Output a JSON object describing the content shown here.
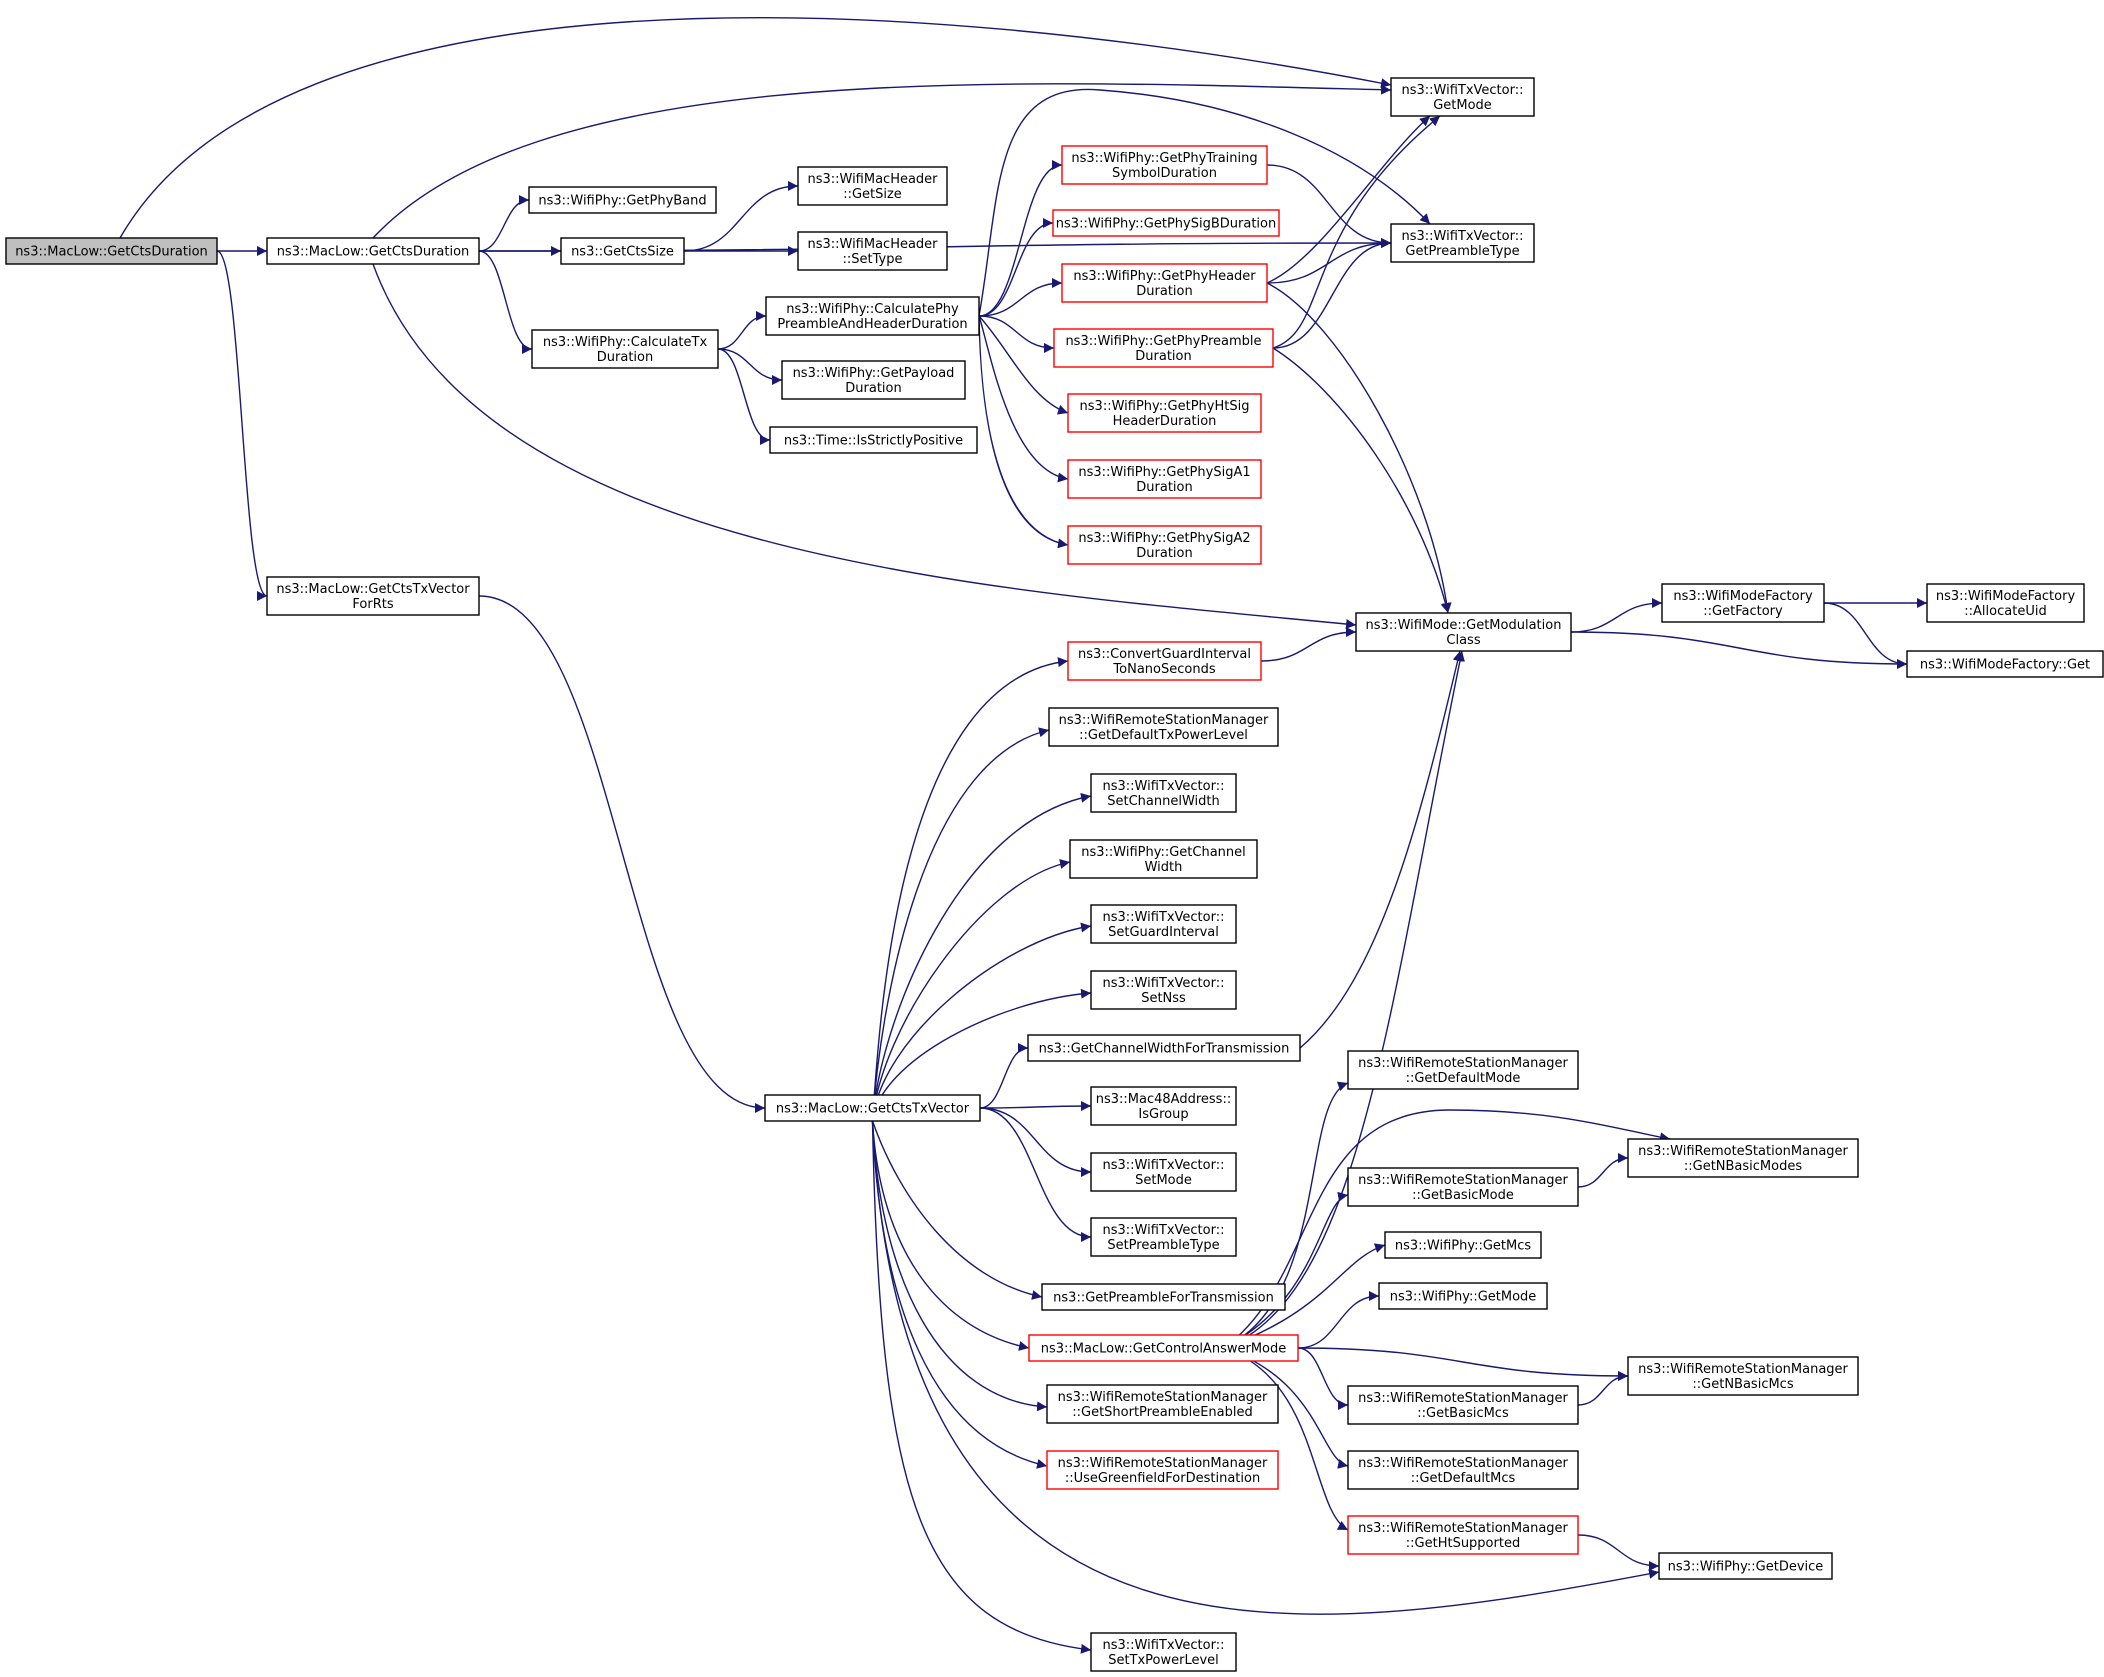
{
  "colors": {
    "edge": "#191970",
    "box_default": "#000000",
    "box_truncated": "#ff0000",
    "box_root_fill": "#bfbfbf",
    "box_fill": "#ffffff"
  },
  "nodes": [
    {
      "id": "root",
      "lines": [
        "ns3::MacLow::GetCtsDuration"
      ],
      "style": "root"
    },
    {
      "id": "gcd2",
      "lines": [
        "ns3::MacLow::GetCtsDuration"
      ],
      "style": "normal"
    },
    {
      "id": "ctsrts",
      "lines": [
        "ns3::MacLow::GetCtsTxVector",
        "ForRts"
      ],
      "style": "normal"
    },
    {
      "id": "band",
      "lines": [
        "ns3::WifiPhy::GetPhyBand"
      ],
      "style": "normal"
    },
    {
      "id": "ctssize",
      "lines": [
        "ns3::GetCtsSize"
      ],
      "style": "normal"
    },
    {
      "id": "calctx",
      "lines": [
        "ns3::WifiPhy::CalculateTx",
        "Duration"
      ],
      "style": "normal"
    },
    {
      "id": "getsize",
      "lines": [
        "ns3::WifiMacHeader",
        "::GetSize"
      ],
      "style": "normal"
    },
    {
      "id": "settype",
      "lines": [
        "ns3::WifiMacHeader",
        "::SetType"
      ],
      "style": "normal"
    },
    {
      "id": "calcphy",
      "lines": [
        "ns3::WifiPhy::CalculatePhy",
        "PreambleAndHeaderDuration"
      ],
      "style": "normal"
    },
    {
      "id": "payload",
      "lines": [
        "ns3::WifiPhy::GetPayload",
        "Duration"
      ],
      "style": "normal"
    },
    {
      "id": "strict",
      "lines": [
        "ns3::Time::IsStrictlyPositive"
      ],
      "style": "normal"
    },
    {
      "id": "training",
      "lines": [
        "ns3::WifiPhy::GetPhyTraining",
        "SymbolDuration"
      ],
      "style": "red"
    },
    {
      "id": "sigb",
      "lines": [
        "ns3::WifiPhy::GetPhySigBDuration"
      ],
      "style": "red"
    },
    {
      "id": "header",
      "lines": [
        "ns3::WifiPhy::GetPhyHeader",
        "Duration"
      ],
      "style": "red"
    },
    {
      "id": "preamble",
      "lines": [
        "ns3::WifiPhy::GetPhyPreamble",
        "Duration"
      ],
      "style": "red"
    },
    {
      "id": "htsig",
      "lines": [
        "ns3::WifiPhy::GetPhyHtSig",
        "HeaderDuration"
      ],
      "style": "red"
    },
    {
      "id": "siga1",
      "lines": [
        "ns3::WifiPhy::GetPhySigA1",
        "Duration"
      ],
      "style": "red"
    },
    {
      "id": "siga2",
      "lines": [
        "ns3::WifiPhy::GetPhySigA2",
        "Duration"
      ],
      "style": "red"
    },
    {
      "id": "txmode",
      "lines": [
        "ns3::WifiTxVector::",
        "GetMode"
      ],
      "style": "normal"
    },
    {
      "id": "txpre",
      "lines": [
        "ns3::WifiTxVector::",
        "GetPreambleType"
      ],
      "style": "normal"
    },
    {
      "id": "modclass",
      "lines": [
        "ns3::WifiMode::GetModulation",
        "Class"
      ],
      "style": "normal"
    },
    {
      "id": "factory",
      "lines": [
        "ns3::WifiModeFactory",
        "::GetFactory"
      ],
      "style": "normal"
    },
    {
      "id": "alloc",
      "lines": [
        "ns3::WifiModeFactory",
        "::AllocateUid"
      ],
      "style": "normal"
    },
    {
      "id": "fget",
      "lines": [
        "ns3::WifiModeFactory::Get"
      ],
      "style": "normal"
    },
    {
      "id": "ctsvec",
      "lines": [
        "ns3::MacLow::GetCtsTxVector"
      ],
      "style": "normal"
    },
    {
      "id": "convgi",
      "lines": [
        "ns3::ConvertGuardInterval",
        "ToNanoSeconds"
      ],
      "style": "red"
    },
    {
      "id": "defpow",
      "lines": [
        "ns3::WifiRemoteStationManager",
        "::GetDefaultTxPowerLevel"
      ],
      "style": "normal"
    },
    {
      "id": "setcw",
      "lines": [
        "ns3::WifiTxVector::",
        "SetChannelWidth"
      ],
      "style": "normal"
    },
    {
      "id": "getcw",
      "lines": [
        "ns3::WifiPhy::GetChannel",
        "Width"
      ],
      "style": "normal"
    },
    {
      "id": "setgi",
      "lines": [
        "ns3::WifiTxVector::",
        "SetGuardInterval"
      ],
      "style": "normal"
    },
    {
      "id": "setnss",
      "lines": [
        "ns3::WifiTxVector::",
        "SetNss"
      ],
      "style": "normal"
    },
    {
      "id": "cwtx",
      "lines": [
        "ns3::GetChannelWidthForTransmission"
      ],
      "style": "normal"
    },
    {
      "id": "isgroup",
      "lines": [
        "ns3::Mac48Address::",
        "IsGroup"
      ],
      "style": "normal"
    },
    {
      "id": "setmode",
      "lines": [
        "ns3::WifiTxVector::",
        "SetMode"
      ],
      "style": "normal"
    },
    {
      "id": "setpre",
      "lines": [
        "ns3::WifiTxVector::",
        "SetPreambleType"
      ],
      "style": "normal"
    },
    {
      "id": "pretx",
      "lines": [
        "ns3::GetPreambleForTransmission"
      ],
      "style": "normal"
    },
    {
      "id": "ctrlans",
      "lines": [
        "ns3::MacLow::GetControlAnswerMode"
      ],
      "style": "red"
    },
    {
      "id": "shortpre",
      "lines": [
        "ns3::WifiRemoteStationManager",
        "::GetShortPreambleEnabled"
      ],
      "style": "normal"
    },
    {
      "id": "green",
      "lines": [
        "ns3::WifiRemoteStationManager",
        "::UseGreenfieldForDestination"
      ],
      "style": "red"
    },
    {
      "id": "settxpow",
      "lines": [
        "ns3::WifiTxVector::",
        "SetTxPowerLevel"
      ],
      "style": "normal"
    },
    {
      "id": "defmode",
      "lines": [
        "ns3::WifiRemoteStationManager",
        "::GetDefaultMode"
      ],
      "style": "normal"
    },
    {
      "id": "basicmode",
      "lines": [
        "ns3::WifiRemoteStationManager",
        "::GetBasicMode"
      ],
      "style": "normal"
    },
    {
      "id": "nbasicmodes",
      "lines": [
        "ns3::WifiRemoteStationManager",
        "::GetNBasicModes"
      ],
      "style": "normal"
    },
    {
      "id": "getmcs",
      "lines": [
        "ns3::WifiPhy::GetMcs"
      ],
      "style": "normal"
    },
    {
      "id": "phymode",
      "lines": [
        "ns3::WifiPhy::GetMode"
      ],
      "style": "normal"
    },
    {
      "id": "nbasicmcs",
      "lines": [
        "ns3::WifiRemoteStationManager",
        "::GetNBasicMcs"
      ],
      "style": "normal"
    },
    {
      "id": "basicmcs",
      "lines": [
        "ns3::WifiRemoteStationManager",
        "::GetBasicMcs"
      ],
      "style": "normal"
    },
    {
      "id": "defmcs",
      "lines": [
        "ns3::WifiRemoteStationManager",
        "::GetDefaultMcs"
      ],
      "style": "normal"
    },
    {
      "id": "htsup",
      "lines": [
        "ns3::WifiRemoteStationManager",
        "::GetHtSupported"
      ],
      "style": "red"
    },
    {
      "id": "device",
      "lines": [
        "ns3::WifiPhy::GetDevice"
      ],
      "style": "normal"
    }
  ],
  "edges": [
    [
      "root",
      "gcd2"
    ],
    [
      "root",
      "ctsrts"
    ],
    [
      "root",
      "txmode"
    ],
    [
      "gcd2",
      "band"
    ],
    [
      "gcd2",
      "ctssize"
    ],
    [
      "gcd2",
      "calctx"
    ],
    [
      "gcd2",
      "txmode"
    ],
    [
      "gcd2",
      "txpre"
    ],
    [
      "gcd2",
      "modclass"
    ],
    [
      "ctssize",
      "getsize"
    ],
    [
      "ctssize",
      "settype"
    ],
    [
      "calctx",
      "calcphy"
    ],
    [
      "calctx",
      "payload"
    ],
    [
      "calctx",
      "strict"
    ],
    [
      "calcphy",
      "training"
    ],
    [
      "calcphy",
      "sigb"
    ],
    [
      "calcphy",
      "header"
    ],
    [
      "calcphy",
      "preamble"
    ],
    [
      "calcphy",
      "htsig"
    ],
    [
      "calcphy",
      "siga1"
    ],
    [
      "calcphy",
      "siga2"
    ],
    [
      "calcphy",
      "txpre"
    ],
    [
      "training",
      "txpre"
    ],
    [
      "header",
      "txmode"
    ],
    [
      "header",
      "txpre"
    ],
    [
      "header",
      "modclass"
    ],
    [
      "preamble",
      "txmode"
    ],
    [
      "preamble",
      "txpre"
    ],
    [
      "preamble",
      "modclass"
    ],
    [
      "modclass",
      "factory"
    ],
    [
      "modclass",
      "fget"
    ],
    [
      "factory",
      "alloc"
    ],
    [
      "factory",
      "fget"
    ],
    [
      "ctsrts",
      "ctsvec"
    ],
    [
      "ctsvec",
      "convgi"
    ],
    [
      "ctsvec",
      "defpow"
    ],
    [
      "ctsvec",
      "setcw"
    ],
    [
      "ctsvec",
      "getcw"
    ],
    [
      "ctsvec",
      "setgi"
    ],
    [
      "ctsvec",
      "setnss"
    ],
    [
      "ctsvec",
      "cwtx"
    ],
    [
      "ctsvec",
      "isgroup"
    ],
    [
      "ctsvec",
      "setmode"
    ],
    [
      "ctsvec",
      "setpre"
    ],
    [
      "ctsvec",
      "pretx"
    ],
    [
      "ctsvec",
      "ctrlans"
    ],
    [
      "ctsvec",
      "shortpre"
    ],
    [
      "ctsvec",
      "green"
    ],
    [
      "ctsvec",
      "settxpow"
    ],
    [
      "ctsvec",
      "device"
    ],
    [
      "convgi",
      "modclass"
    ],
    [
      "cwtx",
      "modclass"
    ],
    [
      "ctrlans",
      "modclass"
    ],
    [
      "ctrlans",
      "defmode"
    ],
    [
      "ctrlans",
      "basicmode"
    ],
    [
      "ctrlans",
      "nbasicmodes"
    ],
    [
      "ctrlans",
      "getmcs"
    ],
    [
      "ctrlans",
      "phymode"
    ],
    [
      "ctrlans",
      "nbasicmcs"
    ],
    [
      "ctrlans",
      "basicmcs"
    ],
    [
      "ctrlans",
      "defmcs"
    ],
    [
      "ctrlans",
      "htsup"
    ],
    [
      "basicmode",
      "nbasicmodes"
    ],
    [
      "basicmcs",
      "nbasicmcs"
    ],
    [
      "htsup",
      "device"
    ]
  ]
}
